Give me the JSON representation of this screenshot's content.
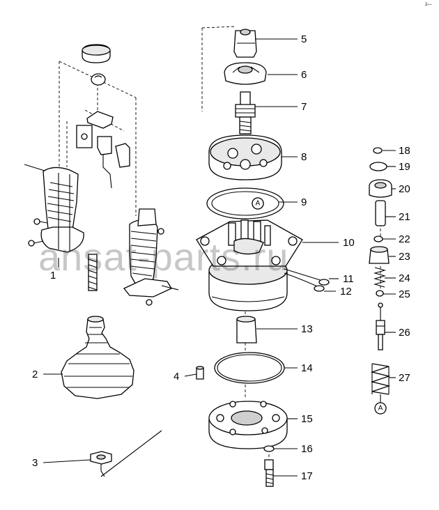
{
  "corner_mark": "2—",
  "watermark": "ansat-parts.ru",
  "callouts": [
    {
      "id": "1",
      "label": "1"
    },
    {
      "id": "2",
      "label": "2"
    },
    {
      "id": "3",
      "label": "3"
    },
    {
      "id": "4",
      "label": "4"
    },
    {
      "id": "5",
      "label": "5"
    },
    {
      "id": "6",
      "label": "6"
    },
    {
      "id": "7",
      "label": "7"
    },
    {
      "id": "8",
      "label": "8"
    },
    {
      "id": "9",
      "label": "9"
    },
    {
      "id": "10",
      "label": "10"
    },
    {
      "id": "11",
      "label": "11"
    },
    {
      "id": "12",
      "label": "12"
    },
    {
      "id": "13",
      "label": "13"
    },
    {
      "id": "14",
      "label": "14"
    },
    {
      "id": "15",
      "label": "15"
    },
    {
      "id": "16",
      "label": "16"
    },
    {
      "id": "17",
      "label": "17"
    },
    {
      "id": "18",
      "label": "18"
    },
    {
      "id": "19",
      "label": "19"
    },
    {
      "id": "20",
      "label": "20"
    },
    {
      "id": "21",
      "label": "21"
    },
    {
      "id": "22",
      "label": "22"
    },
    {
      "id": "23",
      "label": "23"
    },
    {
      "id": "24",
      "label": "24"
    },
    {
      "id": "25",
      "label": "25"
    },
    {
      "id": "26",
      "label": "26"
    },
    {
      "id": "27",
      "label": "27"
    }
  ],
  "reference_markers": [
    {
      "id": "ref-a-gasket",
      "label": "A"
    },
    {
      "id": "ref-a-spring",
      "label": "A"
    }
  ]
}
